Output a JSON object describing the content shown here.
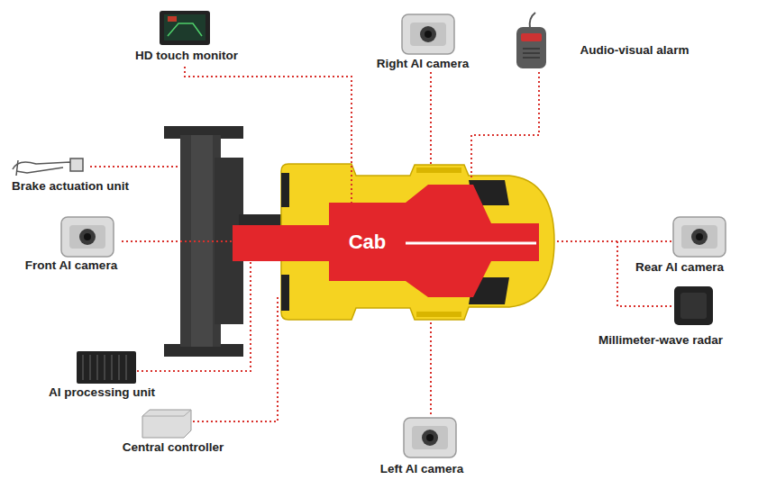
{
  "diagram": {
    "nodes": [
      {
        "text": [
          "Cab"
        ]
      }
    ],
    "labels": [
      "HD touch monitor",
      "Right AI camera",
      "Audio-visual alarm",
      "Brake actuation unit",
      "Front AI camera",
      "Rear AI camera",
      "Millimeter-wave radar",
      "AI processing unit",
      "Central controller",
      "Left AI camera"
    ]
  }
}
